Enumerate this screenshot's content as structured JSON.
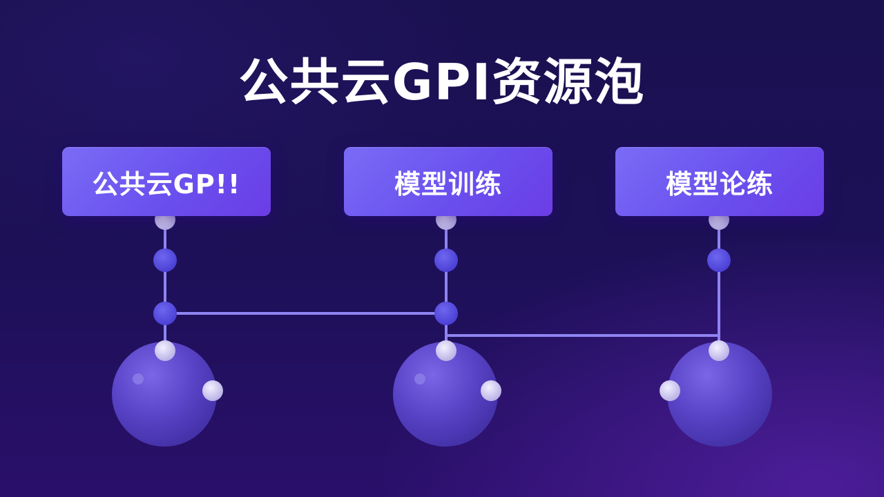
{
  "title": "公共云GPI资源泡",
  "nodes": [
    {
      "label": "公共云GP!!"
    },
    {
      "label": "模型训练"
    },
    {
      "label": "模型论练"
    }
  ],
  "colors": {
    "background": "#1a1150",
    "box": "#6a50ee",
    "line": "#9b8cf5",
    "sphere": "#5b44cc",
    "knob": "#d6d2f2",
    "joint": "#5548e2"
  }
}
